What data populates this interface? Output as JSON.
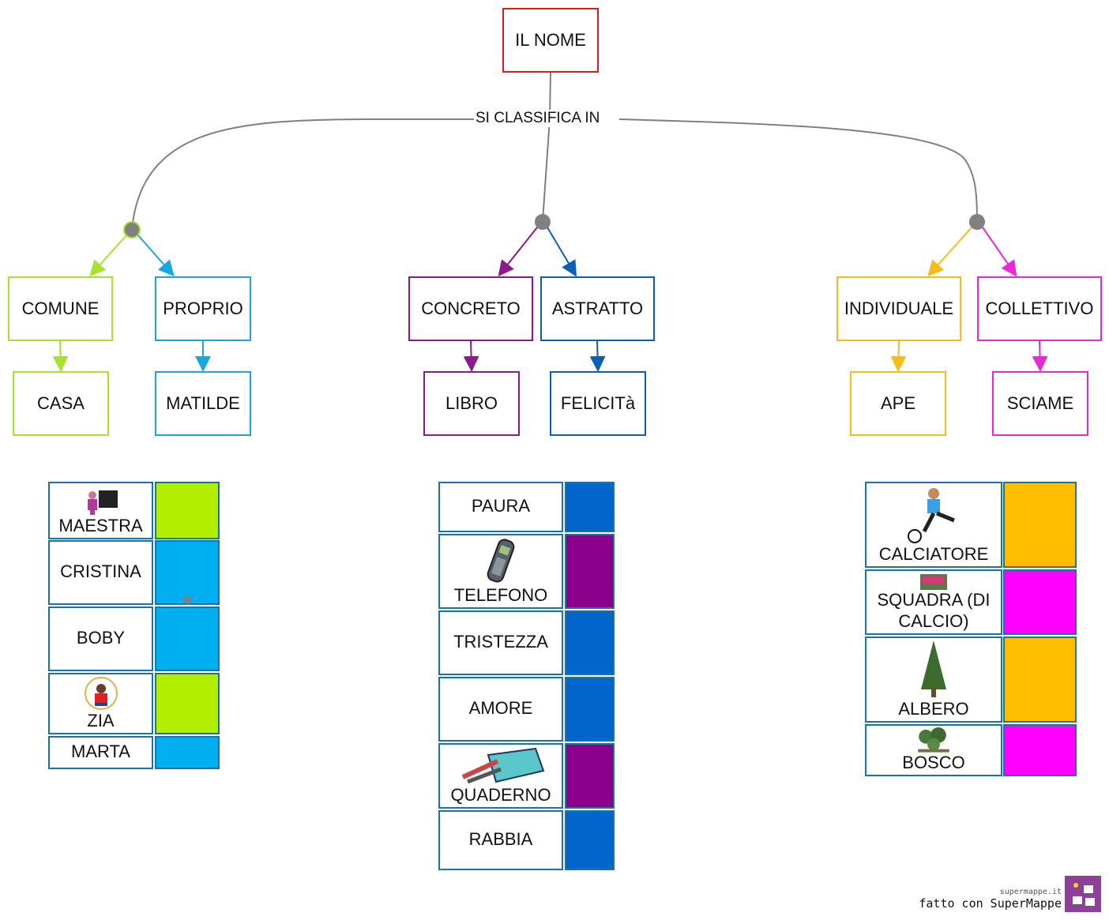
{
  "root": {
    "label": "IL NOME"
  },
  "link_label": "SI CLASSIFICA IN",
  "categories": {
    "comune": {
      "label": "COMUNE",
      "color": "#a6e22e",
      "example": "CASA"
    },
    "proprio": {
      "label": "PROPRIO",
      "color": "#1aa7e0",
      "example": "MATILDE"
    },
    "concreto": {
      "label": "CONCRETO",
      "color": "#8b1a8f",
      "example": "LIBRO"
    },
    "astratto": {
      "label": "ASTRATTO",
      "color": "#0b5fb5",
      "example": "FELICITà"
    },
    "individuale": {
      "label": "INDIVIDUALE",
      "color": "#f9bb1a",
      "example": "APE"
    },
    "collettivo": {
      "label": "COLLETTIVO",
      "color": "#e829d8",
      "example": "SCIAME"
    }
  },
  "tables": {
    "left": [
      {
        "label": "MAESTRA",
        "color": "#b2ee00",
        "icon": "teacher-icon"
      },
      {
        "label": "CRISTINA",
        "color": "#00aff0"
      },
      {
        "label": "BOBY",
        "color": "#00aff0"
      },
      {
        "label": "ZIA",
        "color": "#b2ee00",
        "icon": "aunt-icon"
      },
      {
        "label": "MARTA",
        "color": "#00aff0"
      }
    ],
    "middle": [
      {
        "label": "PAURA",
        "color": "#0066cc"
      },
      {
        "label": "TELEFONO",
        "color": "#8b008b",
        "icon": "phone-icon"
      },
      {
        "label": "TRISTEZZA",
        "color": "#0066cc"
      },
      {
        "label": "AMORE",
        "color": "#0066cc"
      },
      {
        "label": "QUADERNO",
        "color": "#8b008b",
        "icon": "notebook-icon"
      },
      {
        "label": "RABBIA",
        "color": "#0066cc"
      }
    ],
    "right": [
      {
        "label": "CALCIATORE",
        "color": "#ffbf00",
        "icon": "soccer-player-icon"
      },
      {
        "label": "SQUADRA (DI CALCIO)",
        "color": "#ff00ff",
        "icon": "team-photo-icon"
      },
      {
        "label": "ALBERO",
        "color": "#ffbf00",
        "icon": "tree-icon"
      },
      {
        "label": "BOSCO",
        "color": "#ff00ff",
        "icon": "forest-icon"
      }
    ]
  },
  "footer": {
    "site": "supermappe.it",
    "made_with": "fatto con SuperMappe"
  },
  "root_color": "#e01b1b",
  "line_color": "#808080"
}
